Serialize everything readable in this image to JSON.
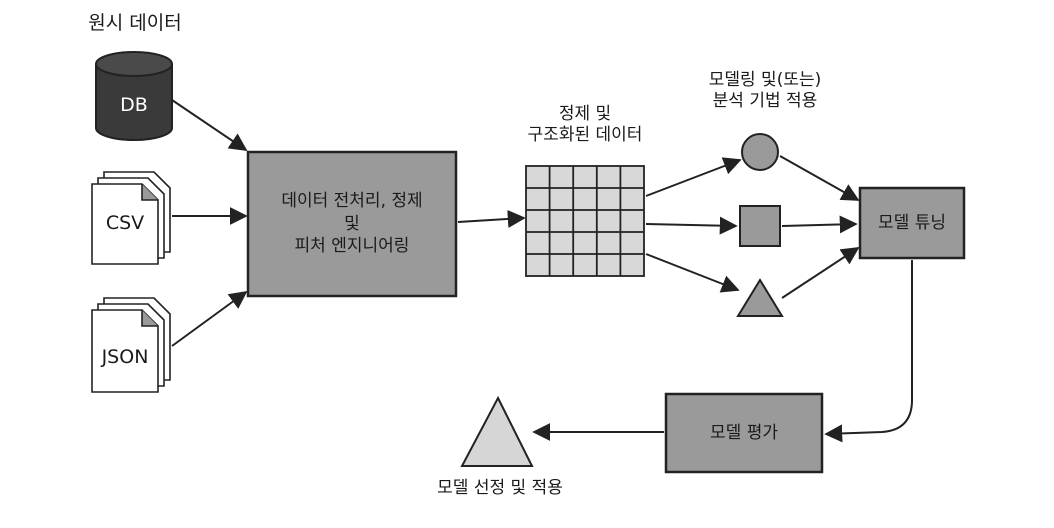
{
  "sources": {
    "raw_data_label": "원시 데이터",
    "db_label": "DB",
    "csv_label": "CSV",
    "json_label": "JSON"
  },
  "preprocess": {
    "line1": "데이터 전처리, 정제",
    "line2": "및",
    "line3": "피처 엔지니어링"
  },
  "structured": {
    "line1": "정제 및",
    "line2": "구조화된 데이터"
  },
  "modeling": {
    "line1": "모델링 및(또는)",
    "line2": "분석 기법 적용"
  },
  "tuning_label": "모델 튜닝",
  "evaluation_label": "모델 평가",
  "deployment_label": "모델 선정 및 적용",
  "colors": {
    "box_fill": "#9a9a9a",
    "db_fill": "#3a3a3a",
    "grid_fill": "#d8d8d8",
    "deploy_fill": "#d6d6d6",
    "stroke": "#222222"
  }
}
